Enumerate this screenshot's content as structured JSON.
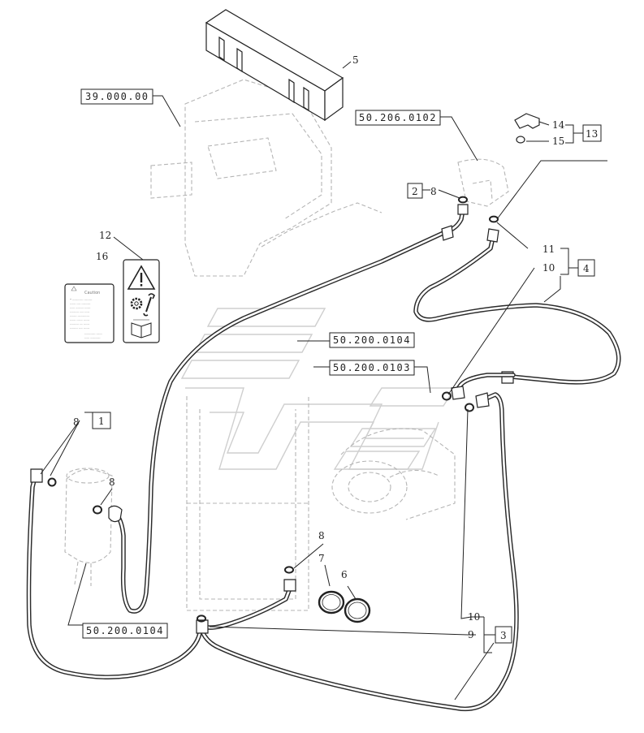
{
  "refs": {
    "r39": "39.000.00",
    "r50_0102": "50.206.0102",
    "r50_0104_top": "50.200.0104",
    "r50_0103": "50.200.0103",
    "r50_0104_bot": "50.200.0104"
  },
  "callouts": {
    "n1": "1",
    "n2": "2",
    "n3": "3",
    "n4": "4",
    "n5": "5",
    "n6": "6",
    "n7": "7",
    "n8a": "8",
    "n8b": "8",
    "n8c": "8",
    "n8d": "8",
    "n9": "9",
    "n10a": "10",
    "n10b": "10",
    "n11": "11",
    "n12": "12",
    "n13": "13",
    "n14": "14",
    "n15": "15",
    "n16": "16"
  },
  "decal": {
    "heading": "Caution",
    "lines": [
      "• ----------- --------",
      "------ ---- ---------",
      "----- -------- ------",
      "--------- ---- -----",
      "------- ------------",
      "------ ------ ------",
      "--------- --- ------",
      "-------- ---- ------"
    ],
    "footer": [
      "----------- ------",
      "----- ----------"
    ]
  },
  "icons": {
    "warning": "warning-triangle-icon",
    "gear": "gear-icon",
    "wrench": "wrench-icon",
    "book": "manual-book-icon"
  },
  "colors": {
    "line": "#222222",
    "ghost": "#b5b5b5",
    "hose": "#2b2b2b",
    "background": "#ffffff"
  }
}
